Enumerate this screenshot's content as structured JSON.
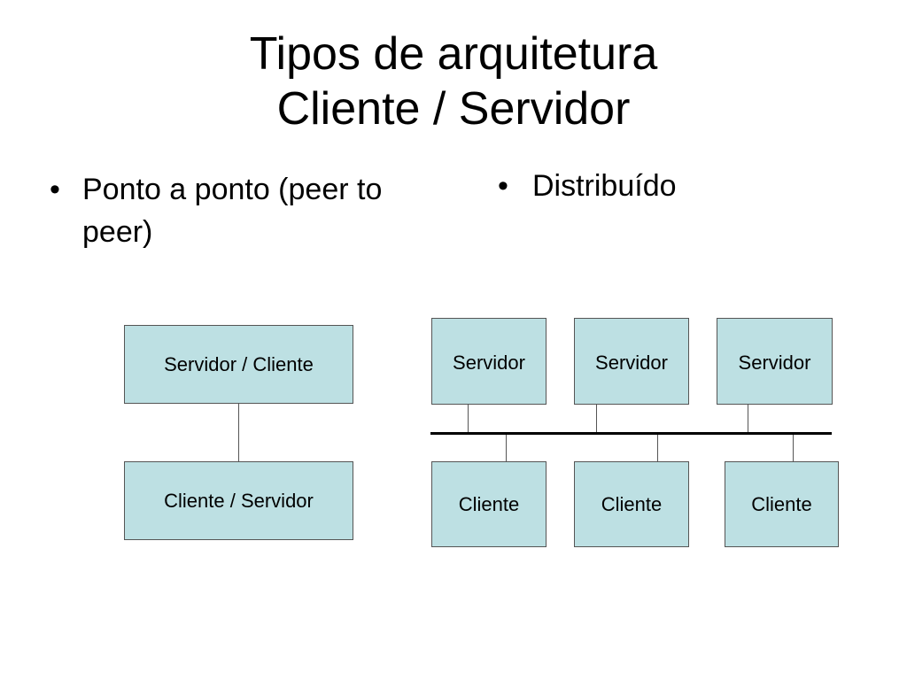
{
  "title": {
    "line1": "Tipos de arquitetura",
    "line2": "Cliente / Servidor"
  },
  "bullets": {
    "marker": "•",
    "left": "Ponto a ponto (peer to peer)",
    "right": "Distribuído"
  },
  "peer_diagram": {
    "top_box": "Servidor / Cliente",
    "bottom_box": "Cliente / Servidor"
  },
  "distributed_diagram": {
    "servers": [
      "Servidor",
      "Servidor",
      "Servidor"
    ],
    "clients": [
      "Cliente",
      "Cliente",
      "Cliente"
    ]
  },
  "colors": {
    "box_fill": "#bde0e3",
    "box_border": "#555555",
    "bus_line": "#000000"
  }
}
